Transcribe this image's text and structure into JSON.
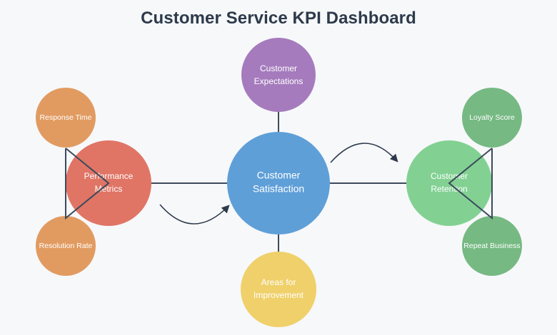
{
  "title": "Customer Service KPI Dashboard",
  "colors": {
    "background": "#f7f8fa",
    "title": "#2d3a4b",
    "edge": "#3d4a5c",
    "satisfaction": "#5f9fd8",
    "expectations": "#a57bbd",
    "improvement": "#efd06a",
    "performance": "#e07566",
    "performance_sub": "#e19b61",
    "retention": "#82d193",
    "retention_sub": "#76b983"
  },
  "nodes": {
    "satisfaction": {
      "line1": "Customer",
      "line2": "Satisfaction"
    },
    "expectations": {
      "line1": "Customer",
      "line2": "Expectations"
    },
    "improvement": {
      "line1": "Areas for",
      "line2": "Improvement"
    },
    "performance": {
      "line1": "Performance",
      "line2": "Metrics"
    },
    "response_time": {
      "label": "Response Time"
    },
    "resolution_rate": {
      "label": "Resolution Rate"
    },
    "retention": {
      "line1": "Customer",
      "line2": "Retention"
    },
    "loyalty_score": {
      "label": "Loyalty Score"
    },
    "repeat_business": {
      "label": "Repeat Business"
    }
  },
  "edges": [
    {
      "from": "performance",
      "to": "satisfaction"
    },
    {
      "from": "satisfaction",
      "to": "retention"
    },
    {
      "from": "expectations",
      "to": "satisfaction"
    },
    {
      "from": "satisfaction",
      "to": "improvement"
    },
    {
      "from": "response_time",
      "to": "performance"
    },
    {
      "from": "resolution_rate",
      "to": "performance"
    },
    {
      "from": "response_time",
      "to": "resolution_rate"
    },
    {
      "from": "loyalty_score",
      "to": "retention"
    },
    {
      "from": "repeat_business",
      "to": "retention"
    },
    {
      "from": "loyalty_score",
      "to": "repeat_business"
    }
  ],
  "flows": [
    {
      "from": "performance",
      "to": "satisfaction",
      "direction": "curved-arrow"
    },
    {
      "from": "satisfaction",
      "to": "retention",
      "direction": "curved-arrow"
    }
  ]
}
